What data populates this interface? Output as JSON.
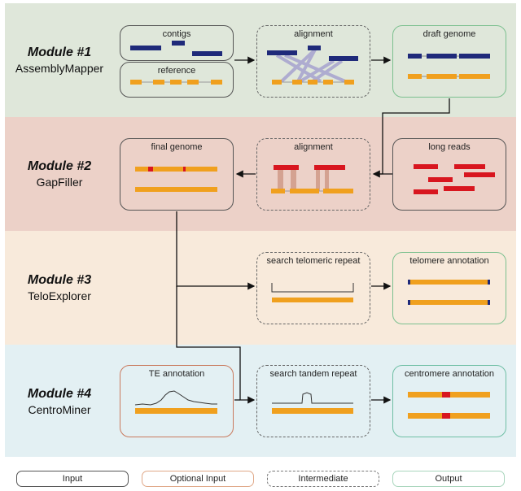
{
  "modules": [
    {
      "title": "Module #1",
      "name": "AssemblyMapper"
    },
    {
      "title": "Module #2",
      "name": "GapFiller"
    },
    {
      "title": "Module #3",
      "name": "TeloExplorer"
    },
    {
      "title": "Module #4",
      "name": "CentroMiner"
    }
  ],
  "boxes": {
    "contigs": "contigs",
    "reference": "reference",
    "alignment1": "alignment",
    "draft_genome": "draft genome",
    "final_genome": "final genome",
    "alignment2": "alignment",
    "long_reads": "long reads",
    "search_telomeric": "search telomeric repeat",
    "telomere_annotation": "telomere annotation",
    "te_annotation": "TE annotation",
    "search_tandem": "search tandem repeat",
    "centromere_annotation": "centromere annotation"
  },
  "legend": {
    "input": "Input",
    "optional_input": "Optional Input",
    "intermediate": "Intermediate",
    "output": "Output"
  },
  "colors": {
    "contig": "#1f2a7a",
    "reference": "#f0a01e",
    "read": "#d8161f",
    "alignment_link": "#a9a6cf"
  }
}
